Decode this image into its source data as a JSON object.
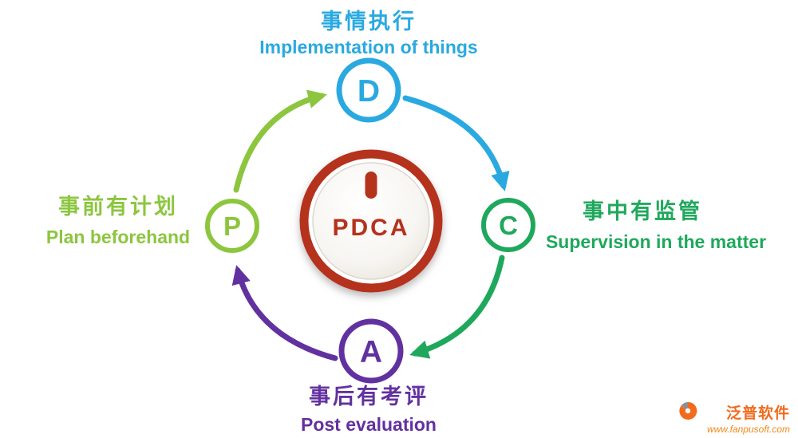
{
  "diagram": {
    "center": {
      "label": "PDCA",
      "ring_color": "#b5301c"
    },
    "nodes": {
      "do": {
        "letter": "D",
        "label_cn": "事情执行",
        "label_en": "Implementation of things",
        "color": "#2aa9e0"
      },
      "check": {
        "letter": "C",
        "label_cn": "事中有监管",
        "label_en": "Supervision in the matter",
        "color": "#1fa85c"
      },
      "act": {
        "letter": "A",
        "label_cn": "事后有考评",
        "label_en": "Post evaluation",
        "color": "#6231a0"
      },
      "plan": {
        "letter": "P",
        "label_cn": "事前有计划",
        "label_en": "Plan beforehand",
        "color": "#8cc63e"
      }
    },
    "arrows": [
      {
        "from": "P",
        "to": "D",
        "color": "#8cc63e"
      },
      {
        "from": "D",
        "to": "C",
        "color": "#2aa9e0"
      },
      {
        "from": "C",
        "to": "A",
        "color": "#1fa85c"
      },
      {
        "from": "A",
        "to": "P",
        "color": "#6231a0"
      }
    ]
  },
  "watermark": {
    "brand": "泛普软件",
    "url": "www.fanpusoft.com",
    "color": "#f26a1b"
  }
}
